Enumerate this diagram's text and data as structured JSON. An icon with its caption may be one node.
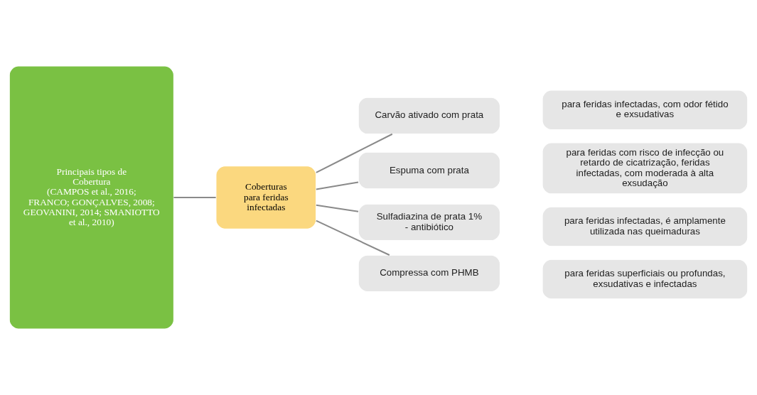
{
  "diagram": {
    "nodes": [
      {
        "text": [
          "Principais tipos de Cobertura",
          "(CAMPOS et al., 2016; FRANCO; GONÇALVES, 2008; GEOVANINI, 2014; SMANIOTTO et al., 2010)"
        ]
      },
      {
        "text": [
          "Coberturas para feridas infectadas"
        ]
      },
      {
        "text": [
          "Carvão ativado com prata"
        ]
      },
      {
        "text": [
          "para feridas infectadas, com odor fétido e exsudativas"
        ]
      },
      {
        "text": [
          "Espuma com prata"
        ]
      },
      {
        "text": [
          "para feridas com risco de infecção ou retardo de cicatrização, feridas infectadas, com moderada à alta exsudação"
        ]
      },
      {
        "text": [
          "Sulfadiazina de prata 1% - antibiótico"
        ]
      },
      {
        "text": [
          "para feridas infectadas, é amplamente utilizada nas queimaduras"
        ]
      },
      {
        "text": [
          "Compressa com PHMB"
        ]
      },
      {
        "text": [
          "para feridas superficiais ou profundas, exsudativas e infectadas"
        ]
      }
    ],
    "edges": [
      {
        "from": 0,
        "to": 1,
        "arrow": "none"
      },
      {
        "from": 1,
        "to": 2,
        "arrow": "none"
      },
      {
        "from": 1,
        "to": 4,
        "arrow": "none"
      },
      {
        "from": 1,
        "to": 6,
        "arrow": "none"
      },
      {
        "from": 1,
        "to": 8,
        "arrow": "none"
      }
    ]
  }
}
